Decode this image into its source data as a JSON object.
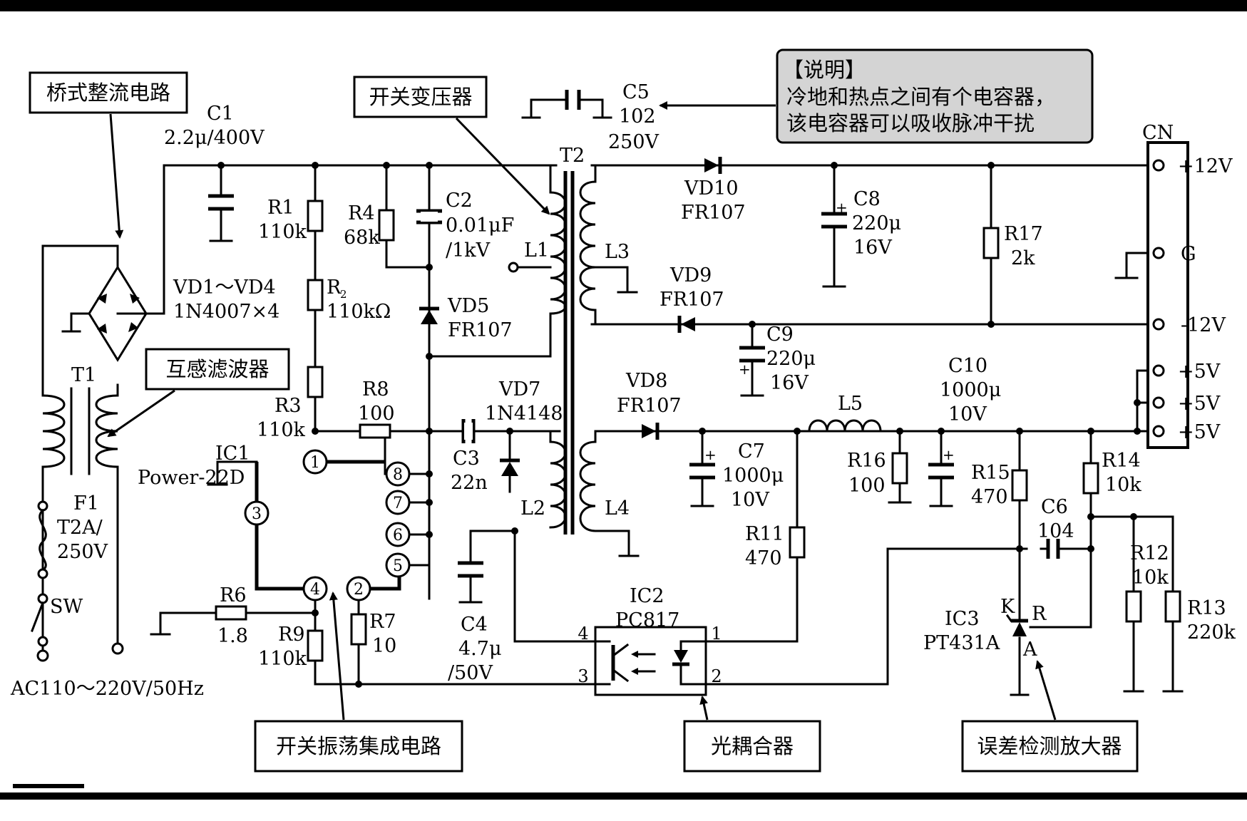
{
  "callouts": {
    "bridge": "桥式整流电路",
    "transformer": "开关变压器",
    "note_title": "【说明】",
    "note_line1": "冷地和热点之间有个电容器，",
    "note_line2": "该电容器可以吸收脉冲干扰",
    "mutual_filter": "互感滤波器",
    "switch_ic": "开关振荡集成电路",
    "optocoupler": "光耦合器",
    "error_amp": "误差检测放大器"
  },
  "components": {
    "c1": [
      "C1",
      "2.2μ/400V"
    ],
    "vd1_4": [
      "VD1～VD4",
      "1N4007×4"
    ],
    "t1": "T1",
    "f1": [
      "F1",
      "T2A/",
      "250V"
    ],
    "sw": "SW",
    "ac": "AC110～220V/50Hz",
    "r1": [
      "R1",
      "110k"
    ],
    "r2": [
      "R",
      "2",
      "110kΩ"
    ],
    "r3": [
      "R3",
      "110k"
    ],
    "r4": [
      "R4",
      "68k"
    ],
    "c2": [
      "C2",
      "0.01μF",
      "/1kV"
    ],
    "vd5": [
      "VD5",
      "FR107"
    ],
    "l1": "L1",
    "t2": "T2",
    "c5": [
      "C5",
      "102",
      "250V"
    ],
    "l3": "L3",
    "vd10": [
      "VD10",
      "FR107"
    ],
    "vd9": [
      "VD9",
      "FR107"
    ],
    "c8": [
      "C8",
      "220μ",
      "16V"
    ],
    "c9": [
      "C9",
      "220μ",
      "16V"
    ],
    "r17": [
      "R17",
      "2k"
    ],
    "cn": "CN",
    "out_p12": "+12V",
    "out_g": "G",
    "out_m12": "-12V",
    "out_p5": "+5V",
    "r8": [
      "R8",
      "100"
    ],
    "ic1": [
      "IC1",
      "Power-22D"
    ],
    "vd7": [
      "VD7",
      "1N4148"
    ],
    "c3": [
      "C3",
      "22n"
    ],
    "l2": "L2",
    "vd8": [
      "VD8",
      "FR107"
    ],
    "l4": "L4",
    "c7": [
      "C7",
      "1000μ",
      "10V"
    ],
    "l5": "L5",
    "c10": [
      "C10",
      "1000μ",
      "10V"
    ],
    "r16": [
      "R16",
      "100"
    ],
    "r15": [
      "R15",
      "470"
    ],
    "r14": [
      "R14",
      "10k"
    ],
    "c6": [
      "C6",
      "104"
    ],
    "r11": [
      "R11",
      "470"
    ],
    "r12": [
      "R12",
      "10k"
    ],
    "r13": [
      "R13",
      "220k"
    ],
    "c4": [
      "C4",
      "4.7μ",
      "/50V"
    ],
    "ic2": [
      "IC2",
      "PC817"
    ],
    "ic3": [
      "IC3",
      "PT431A"
    ],
    "ic3_pins": [
      "K",
      "R",
      "A"
    ],
    "r6": [
      "R6",
      "1.8"
    ],
    "r7": [
      "R7",
      "10"
    ],
    "r9": [
      "R9",
      "110k"
    ],
    "ic1_pins": [
      "1",
      "2",
      "3",
      "4",
      "5",
      "6",
      "7",
      "8"
    ],
    "ic2_pins": [
      "4",
      "3",
      "1",
      "2"
    ]
  },
  "colors": {
    "ink": "#000000",
    "note_bg": "#d4d4d4",
    "paper": "#ffffff"
  }
}
